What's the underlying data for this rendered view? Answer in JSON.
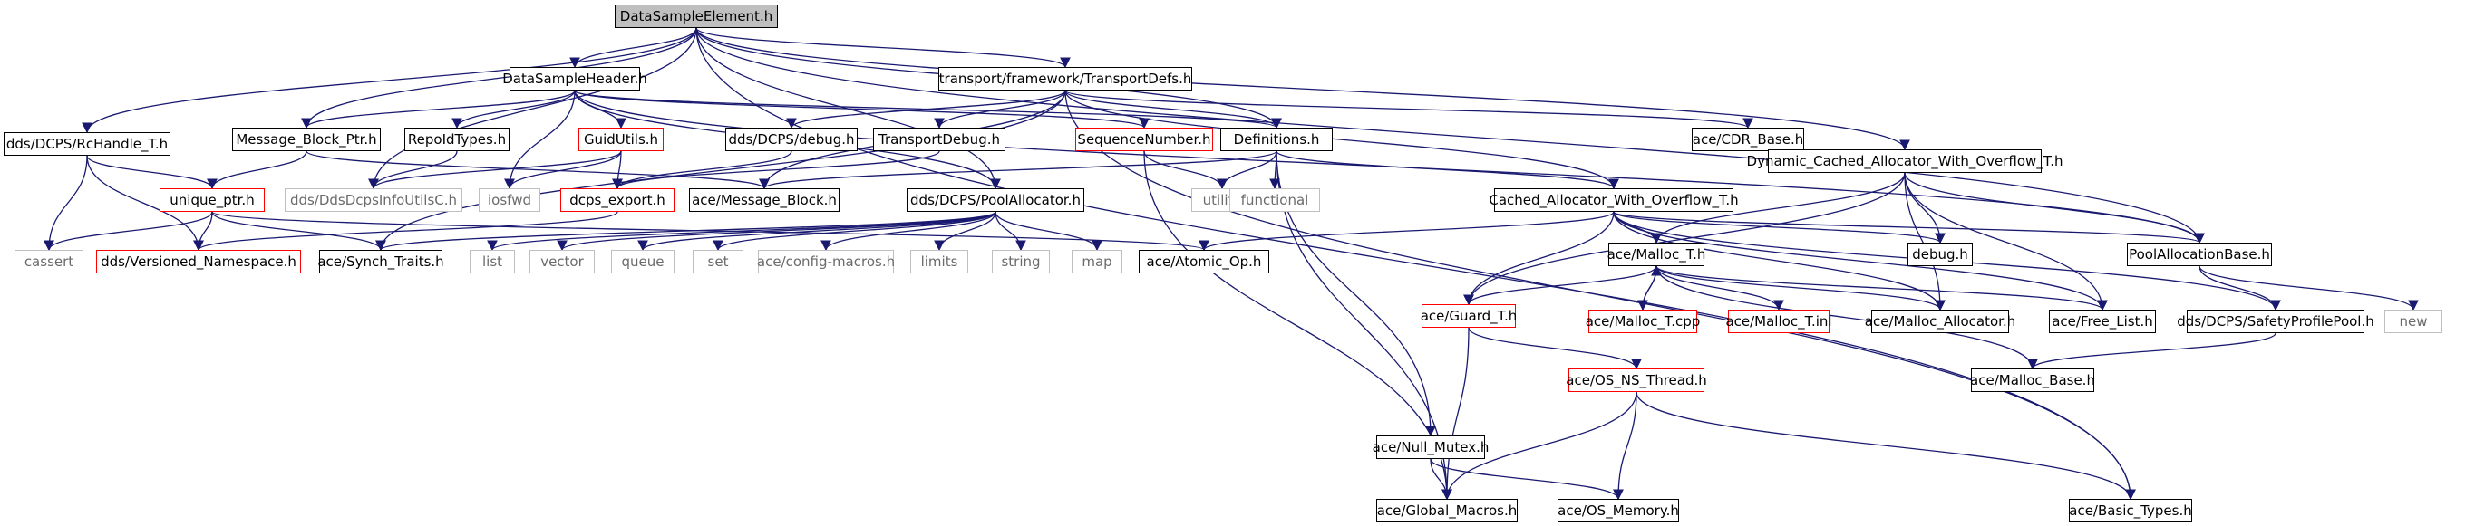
{
  "graph": {
    "nodes": [
      {
        "id": "root",
        "label": "DataSampleElement.h",
        "style": "root"
      },
      {
        "id": "dsh",
        "label": "DataSampleHeader.h",
        "style": "normal"
      },
      {
        "id": "tdefs",
        "label": "transport/framework/TransportDefs.h",
        "style": "normal"
      },
      {
        "id": "rchandle",
        "label": "dds/DCPS/RcHandle_T.h",
        "style": "normal"
      },
      {
        "id": "mbp",
        "label": "Message_Block_Ptr.h",
        "style": "normal"
      },
      {
        "id": "repoid",
        "label": "RepoIdTypes.h",
        "style": "normal"
      },
      {
        "id": "guidutils",
        "label": "GuidUtils.h",
        "style": "red"
      },
      {
        "id": "ddsdebug",
        "label": "dds/DCPS/debug.h",
        "style": "normal"
      },
      {
        "id": "tdebug",
        "label": "TransportDebug.h",
        "style": "normal"
      },
      {
        "id": "seqnum",
        "label": "SequenceNumber.h",
        "style": "red"
      },
      {
        "id": "defs",
        "label": "Definitions.h",
        "style": "normal"
      },
      {
        "id": "cdrbase",
        "label": "ace/CDR_Base.h",
        "style": "normal"
      },
      {
        "id": "dcaow",
        "label": "Dynamic_Cached_Allocator_With_Overflow_T.h",
        "style": "normal"
      },
      {
        "id": "uniqueptr",
        "label": "unique_ptr.h",
        "style": "red"
      },
      {
        "id": "infoutils",
        "label": "dds/DdsDcpsInfoUtilsC.h",
        "style": "gray"
      },
      {
        "id": "iosfwd",
        "label": "iosfwd",
        "style": "gray"
      },
      {
        "id": "dcpsexport",
        "label": "dcps_export.h",
        "style": "red"
      },
      {
        "id": "msgblock",
        "label": "ace/Message_Block.h",
        "style": "normal"
      },
      {
        "id": "poolalloc",
        "label": "dds/DCPS/PoolAllocator.h",
        "style": "normal"
      },
      {
        "id": "utility",
        "label": "utility",
        "style": "gray"
      },
      {
        "id": "functional",
        "label": "functional",
        "style": "gray"
      },
      {
        "id": "caow",
        "label": "Cached_Allocator_With_Overflow_T.h",
        "style": "normal"
      },
      {
        "id": "cassert",
        "label": "cassert",
        "style": "gray"
      },
      {
        "id": "versioned",
        "label": "dds/Versioned_Namespace.h",
        "style": "red"
      },
      {
        "id": "synchtraits",
        "label": "ace/Synch_Traits.h",
        "style": "normal"
      },
      {
        "id": "list",
        "label": "list",
        "style": "gray"
      },
      {
        "id": "vector",
        "label": "vector",
        "style": "gray"
      },
      {
        "id": "queue",
        "label": "queue",
        "style": "gray"
      },
      {
        "id": "set",
        "label": "set",
        "style": "gray"
      },
      {
        "id": "configmacros",
        "label": "ace/config-macros.h",
        "style": "gray"
      },
      {
        "id": "limits",
        "label": "limits",
        "style": "gray"
      },
      {
        "id": "string",
        "label": "string",
        "style": "gray"
      },
      {
        "id": "map",
        "label": "map",
        "style": "gray"
      },
      {
        "id": "atomicop",
        "label": "ace/Atomic_Op.h",
        "style": "normal"
      },
      {
        "id": "malloct",
        "label": "ace/Malloc_T.h",
        "style": "normal"
      },
      {
        "id": "debugh",
        "label": "debug.h",
        "style": "normal"
      },
      {
        "id": "poolallocbase",
        "label": "PoolAllocationBase.h",
        "style": "normal"
      },
      {
        "id": "new",
        "label": "new",
        "style": "gray"
      },
      {
        "id": "guardt",
        "label": "ace/Guard_T.h",
        "style": "red"
      },
      {
        "id": "malloctcpp",
        "label": "ace/Malloc_T.cpp",
        "style": "red"
      },
      {
        "id": "malloctinl",
        "label": "ace/Malloc_T.inl",
        "style": "red"
      },
      {
        "id": "mallocalloc",
        "label": "ace/Malloc_Allocator.h",
        "style": "normal"
      },
      {
        "id": "freelist",
        "label": "ace/Free_List.h",
        "style": "normal"
      },
      {
        "id": "safetypool",
        "label": "dds/DCPS/SafetyProfilePool.h",
        "style": "normal"
      },
      {
        "id": "osns",
        "label": "ace/OS_NS_Thread.h",
        "style": "red"
      },
      {
        "id": "mallocbase",
        "label": "ace/Malloc_Base.h",
        "style": "normal"
      },
      {
        "id": "nullmutex",
        "label": "ace/Null_Mutex.h",
        "style": "normal"
      },
      {
        "id": "globalmacros",
        "label": "ace/Global_Macros.h",
        "style": "normal"
      },
      {
        "id": "osmemory",
        "label": "ace/OS_Memory.h",
        "style": "normal"
      },
      {
        "id": "basictypes",
        "label": "ace/Basic_Types.h",
        "style": "normal"
      }
    ],
    "edges": [
      [
        "root",
        "dsh"
      ],
      [
        "root",
        "tdefs"
      ],
      [
        "root",
        "rchandle"
      ],
      [
        "root",
        "mbp"
      ],
      [
        "root",
        "infoutils"
      ],
      [
        "root",
        "poolalloc"
      ],
      [
        "root",
        "defs"
      ],
      [
        "root",
        "dcaow"
      ],
      [
        "root",
        "poolallocbase"
      ],
      [
        "root",
        "basictypes"
      ],
      [
        "dsh",
        "mbp"
      ],
      [
        "dsh",
        "repoid"
      ],
      [
        "dsh",
        "guidutils"
      ],
      [
        "dsh",
        "iosfwd"
      ],
      [
        "dsh",
        "seqnum"
      ],
      [
        "dsh",
        "defs"
      ],
      [
        "dsh",
        "poolalloc"
      ],
      [
        "dsh",
        "poolallocbase"
      ],
      [
        "tdefs",
        "ddsdebug"
      ],
      [
        "tdefs",
        "tdebug"
      ],
      [
        "tdefs",
        "defs"
      ],
      [
        "tdefs",
        "cdrbase"
      ],
      [
        "tdefs",
        "caow"
      ],
      [
        "tdefs",
        "synchtraits"
      ],
      [
        "tdefs",
        "basictypes"
      ],
      [
        "tdefs",
        "msgblock"
      ],
      [
        "rchandle",
        "uniqueptr"
      ],
      [
        "rchandle",
        "versioned"
      ],
      [
        "rchandle",
        "cassert"
      ],
      [
        "mbp",
        "uniqueptr"
      ],
      [
        "mbp",
        "msgblock"
      ],
      [
        "repoid",
        "infoutils"
      ],
      [
        "guidutils",
        "infoutils"
      ],
      [
        "guidutils",
        "iosfwd"
      ],
      [
        "guidutils",
        "dcpsexport"
      ],
      [
        "ddsdebug",
        "dcpsexport"
      ],
      [
        "tdebug",
        "dcpsexport"
      ],
      [
        "seqnum",
        "utility"
      ],
      [
        "seqnum",
        "globalmacros"
      ],
      [
        "defs",
        "utility"
      ],
      [
        "defs",
        "functional"
      ],
      [
        "defs",
        "msgblock"
      ],
      [
        "defs",
        "caow"
      ],
      [
        "defs",
        "globalmacros"
      ],
      [
        "defs",
        "nullmutex"
      ],
      [
        "uniqueptr",
        "cassert"
      ],
      [
        "uniqueptr",
        "versioned"
      ],
      [
        "uniqueptr",
        "synchtraits"
      ],
      [
        "uniqueptr",
        "atomicop"
      ],
      [
        "dcpsexport",
        "versioned"
      ],
      [
        "poolalloc",
        "list"
      ],
      [
        "poolalloc",
        "vector"
      ],
      [
        "poolalloc",
        "queue"
      ],
      [
        "poolalloc",
        "set"
      ],
      [
        "poolalloc",
        "configmacros"
      ],
      [
        "poolalloc",
        "limits"
      ],
      [
        "poolalloc",
        "string"
      ],
      [
        "poolalloc",
        "map"
      ],
      [
        "poolalloc",
        "synchtraits"
      ],
      [
        "caow",
        "atomicop"
      ],
      [
        "caow",
        "malloct"
      ],
      [
        "caow",
        "guardt"
      ],
      [
        "caow",
        "mallocalloc"
      ],
      [
        "caow",
        "freelist"
      ],
      [
        "caow",
        "poolallocbase"
      ],
      [
        "caow",
        "debugh"
      ],
      [
        "caow",
        "safetypool"
      ],
      [
        "dcaow",
        "malloct"
      ],
      [
        "dcaow",
        "guardt"
      ],
      [
        "dcaow",
        "debugh"
      ],
      [
        "dcaow",
        "mallocalloc"
      ],
      [
        "dcaow",
        "freelist"
      ],
      [
        "dcaow",
        "poolallocbase"
      ],
      [
        "malloct",
        "guardt"
      ],
      [
        "malloct",
        "malloctcpp"
      ],
      [
        "malloct",
        "malloctinl"
      ],
      [
        "malloct",
        "mallocalloc"
      ],
      [
        "malloct",
        "freelist"
      ],
      [
        "malloct",
        "mallocbase"
      ],
      [
        "malloctcpp",
        "malloct"
      ],
      [
        "poolallocbase",
        "safetypool"
      ],
      [
        "poolallocbase",
        "new"
      ],
      [
        "safetypool",
        "mallocbase"
      ],
      [
        "guardt",
        "osns"
      ],
      [
        "guardt",
        "globalmacros"
      ],
      [
        "osns",
        "globalmacros"
      ],
      [
        "osns",
        "osmemory"
      ],
      [
        "osns",
        "basictypes"
      ],
      [
        "nullmutex",
        "globalmacros"
      ],
      [
        "nullmutex",
        "osmemory"
      ]
    ]
  }
}
